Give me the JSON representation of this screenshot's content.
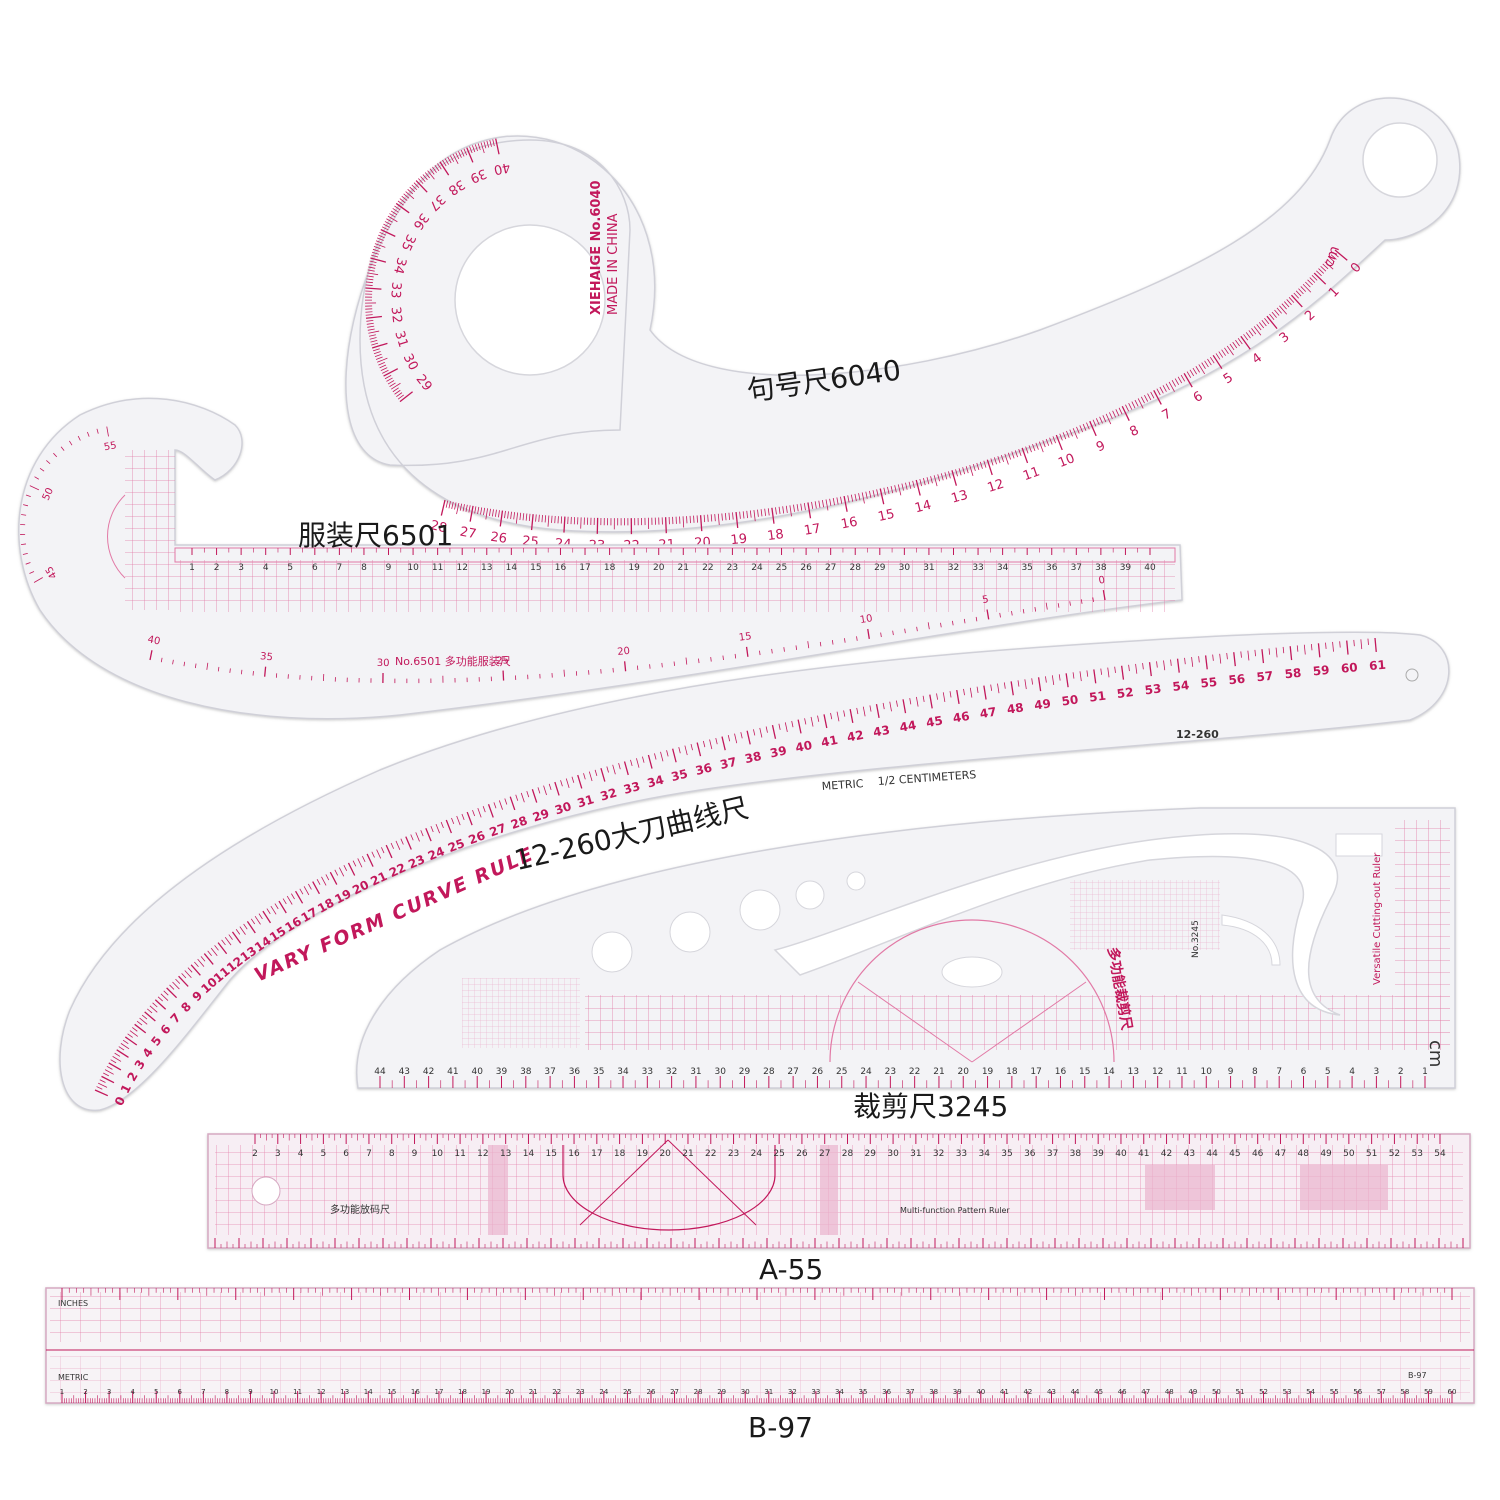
{
  "colors": {
    "ink": "#c2185b",
    "ruler_fill": "#f3f3f6",
    "grid": "#e27aa6",
    "caption": "#1a1a1a"
  },
  "captions": {
    "r6040": "句号尺6040",
    "r6501": "服装尺6501",
    "r12260": "12-260大刀曲线尺",
    "r3245": "裁剪尺3245",
    "a55": "A-55",
    "b97": "B-97"
  },
  "ruler_6040": {
    "brand": "XIEHAIGE No.6040",
    "origin": "MADE IN CHINA",
    "unit": "cm",
    "ring_numbers": [
      "29",
      "30",
      "31",
      "32",
      "33",
      "34",
      "35",
      "36",
      "37",
      "38",
      "39",
      "40"
    ],
    "body_numbers": [
      "28",
      "27",
      "26",
      "25",
      "24",
      "23",
      "22",
      "21",
      "20",
      "19",
      "18",
      "17",
      "16",
      "15",
      "14",
      "13",
      "12",
      "11",
      "10",
      "9",
      "8",
      "7",
      "6",
      "5",
      "4",
      "3",
      "2",
      "1",
      "0"
    ]
  },
  "ruler_6501": {
    "label": "No.6501 多功能服装尺",
    "top_numbers": [
      "1",
      "2",
      "3",
      "4",
      "5",
      "6",
      "7",
      "8",
      "9",
      "10",
      "11",
      "12",
      "13",
      "14",
      "15",
      "16",
      "17",
      "18",
      "19",
      "20",
      "21",
      "22",
      "23",
      "24",
      "25",
      "26",
      "27",
      "28",
      "29",
      "30",
      "31",
      "32",
      "33",
      "34",
      "35",
      "36",
      "37",
      "38",
      "39",
      "40"
    ],
    "curve_numbers": [
      "0",
      "5",
      "10",
      "15",
      "20",
      "25",
      "30",
      "35",
      "40",
      "45",
      "50",
      "55"
    ]
  },
  "ruler_12260": {
    "model": "12-260",
    "title": "VARY FORM CURVE RULE",
    "metric": "METRIC",
    "half_cm": "1/2 CENTIMETERS",
    "numbers": [
      "0",
      "1",
      "2",
      "3",
      "4",
      "5",
      "6",
      "7",
      "8",
      "9",
      "10",
      "11",
      "12",
      "13",
      "14",
      "15",
      "16",
      "17",
      "18",
      "19",
      "20",
      "21",
      "22",
      "23",
      "24",
      "25",
      "26",
      "27",
      "28",
      "29",
      "30",
      "31",
      "32",
      "33",
      "34",
      "35",
      "36",
      "37",
      "38",
      "39",
      "40",
      "41",
      "42",
      "43",
      "44",
      "45",
      "46",
      "47",
      "48",
      "49",
      "50",
      "51",
      "52",
      "53",
      "54",
      "55",
      "56",
      "57",
      "58",
      "59",
      "60",
      "61"
    ]
  },
  "ruler_3245": {
    "model": "No.3245",
    "label_cn": "多功能裁剪尺",
    "label_en": "Versatile Cutting-out Ruler",
    "unit": "cm",
    "bottom_numbers": [
      "44",
      "43",
      "42",
      "41",
      "40",
      "39",
      "38",
      "37",
      "36",
      "35",
      "34",
      "33",
      "32",
      "31",
      "30",
      "29",
      "28",
      "27",
      "26",
      "25",
      "24",
      "23",
      "22",
      "21",
      "20",
      "19",
      "18",
      "17",
      "16",
      "15",
      "14",
      "13",
      "12",
      "11",
      "10",
      "9",
      "8",
      "7",
      "6",
      "5",
      "4",
      "3",
      "2",
      "1"
    ]
  },
  "ruler_a55": {
    "label_cn": "多功能放码尺",
    "label_en": "Multi-function Pattern Ruler",
    "numbers": [
      "2",
      "3",
      "4",
      "5",
      "6",
      "7",
      "8",
      "9",
      "10",
      "11",
      "12",
      "13",
      "14",
      "15",
      "16",
      "17",
      "18",
      "19",
      "20",
      "21",
      "22",
      "23",
      "24",
      "25",
      "26",
      "27",
      "28",
      "29",
      "30",
      "31",
      "32",
      "33",
      "34",
      "35",
      "36",
      "37",
      "38",
      "39",
      "40",
      "41",
      "42",
      "43",
      "44",
      "45",
      "46",
      "47",
      "48",
      "49",
      "50",
      "51",
      "52",
      "53",
      "54"
    ]
  },
  "ruler_b97": {
    "inches": "INCHES",
    "metric": "METRIC",
    "model": "B-97",
    "numbers": [
      "1",
      "2",
      "3",
      "4",
      "5",
      "6",
      "7",
      "8",
      "9",
      "10",
      "11",
      "12",
      "13",
      "14",
      "15",
      "16",
      "17",
      "18",
      "19",
      "20",
      "21",
      "22",
      "23",
      "24",
      "25",
      "26",
      "27",
      "28",
      "29",
      "30",
      "31",
      "32",
      "33",
      "34",
      "35",
      "36",
      "37",
      "38",
      "39",
      "40",
      "41",
      "42",
      "43",
      "44",
      "45",
      "46",
      "47",
      "48",
      "49",
      "50",
      "51",
      "52",
      "53",
      "54",
      "55",
      "56",
      "57",
      "58",
      "59",
      "60"
    ]
  }
}
